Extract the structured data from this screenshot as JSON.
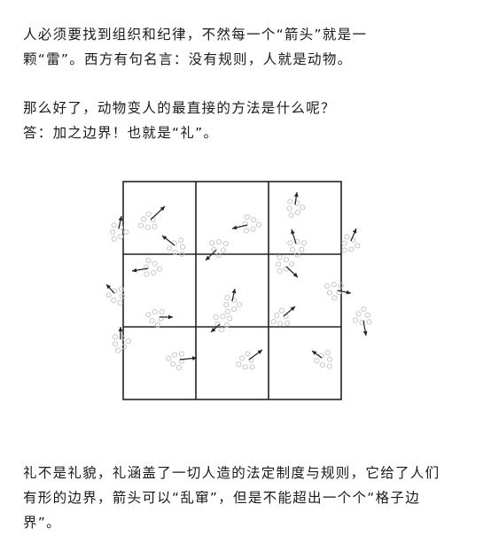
{
  "paragraphs": [
    {
      "lines": [
        "人必须要找到组织和纪律，不然每一个“箭头”就是一",
        "颗“雷”。西方有句名言：没有规则，人就是动物。"
      ]
    },
    {
      "lines": [
        "那么好了，动物变人的最直接的方法是什么呢？",
        "答：加之边界！也就是“礼”。"
      ]
    },
    {
      "lines": [
        "礼不是礼貌，礼涵盖了一切人造的法定制度与规则，它给了人们",
        "有形的边界，箭头可以“乱窜”，但是不能超出一个个“格子边",
        "界”。"
      ]
    }
  ],
  "figure": {
    "rows": 3,
    "cols": 3,
    "line_color": "#222222",
    "arrow_color": "#222222",
    "sparkle_color": "#c8c8c8",
    "arrow_count": 24
  }
}
